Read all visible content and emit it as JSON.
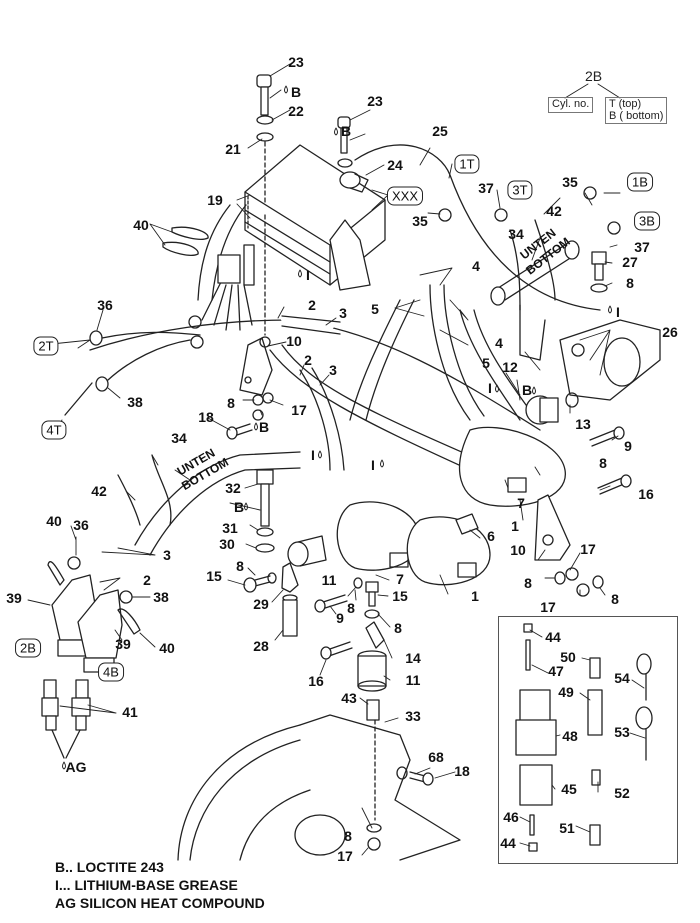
{
  "diagram": {
    "title": "Ignition system exploded parts diagram",
    "legend": {
      "example_code": "2B",
      "cylinder_label": "Cyl. no.",
      "position_label_top": "T (top)",
      "position_label_bottom": "B ( bottom)"
    },
    "cylinder_tags": [
      "1T",
      "1B",
      "2T",
      "2B",
      "3T",
      "3B",
      "4T",
      "4B",
      "XXX"
    ],
    "notes": [
      "B.. LOCTITE 243",
      "I... LITHIUM-BASE GREASE",
      "AG SILICON HEAT COMPOUND"
    ],
    "compound_marks": {
      "loctite": "B",
      "grease": "I",
      "heat_compound": "AG"
    },
    "cable_print": [
      "UNTEN",
      "BOTTOM"
    ],
    "callouts": {
      "c23a": "23",
      "c23b": "23",
      "c22": "22",
      "c21": "21",
      "c19": "19",
      "c24": "24",
      "c25": "25",
      "c35a": "35",
      "c37a": "37",
      "c42a": "42",
      "c35b": "35",
      "c34a": "34",
      "c37b": "37",
      "c27": "27",
      "c8a": "8",
      "c26": "26",
      "c40a": "40",
      "c4a": "4",
      "c5a": "5",
      "c4b": "4",
      "c5b": "5",
      "c36a": "36",
      "c38a": "38",
      "c2a": "2",
      "c3a": "3",
      "c10a": "10",
      "c2b": "2",
      "c3b": "3",
      "c8b": "8",
      "c17a": "17",
      "c18a": "18",
      "c12": "12",
      "c13": "13",
      "c9a": "9",
      "c8c": "8",
      "c16a": "16",
      "c7a": "7",
      "c1a": "1",
      "c6": "6",
      "c10b": "10",
      "c17b": "17",
      "c8d": "8",
      "c17c": "17",
      "c8e": "8",
      "c34b": "34",
      "c42b": "42",
      "c32": "32",
      "c31": "31",
      "c30": "30",
      "c40b": "40",
      "c36b": "36",
      "c3c": "3",
      "c2c": "2",
      "c39a": "39",
      "c38b": "38",
      "c39b": "39",
      "c40c": "40",
      "c41": "41",
      "c8f": "8",
      "c15a": "15",
      "c29": "29",
      "c28": "28",
      "c11a": "11",
      "c9b": "9",
      "c8g": "8",
      "c15b": "15",
      "c7b": "7",
      "c1b": "1",
      "c8h": "8",
      "c14": "14",
      "c16b": "16",
      "c11b": "11",
      "c43": "43",
      "c33": "33",
      "c68": "68",
      "c18b": "18",
      "c8i": "8",
      "c17d": "17",
      "c44a": "44",
      "c47": "47",
      "c50": "50",
      "c54": "54",
      "c49": "49",
      "c48": "48",
      "c53": "53",
      "c45": "45",
      "c52": "52",
      "c46": "46",
      "c51": "51",
      "c44b": "44"
    }
  }
}
